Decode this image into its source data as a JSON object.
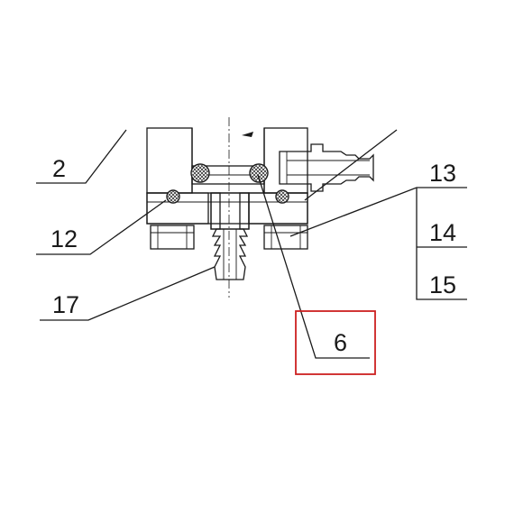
{
  "callouts": {
    "c2": "2",
    "c12": "12",
    "c13": "13",
    "c14": "14",
    "c15": "15",
    "c17": "17",
    "c6": "6"
  },
  "highlight_color": "#cc2020"
}
